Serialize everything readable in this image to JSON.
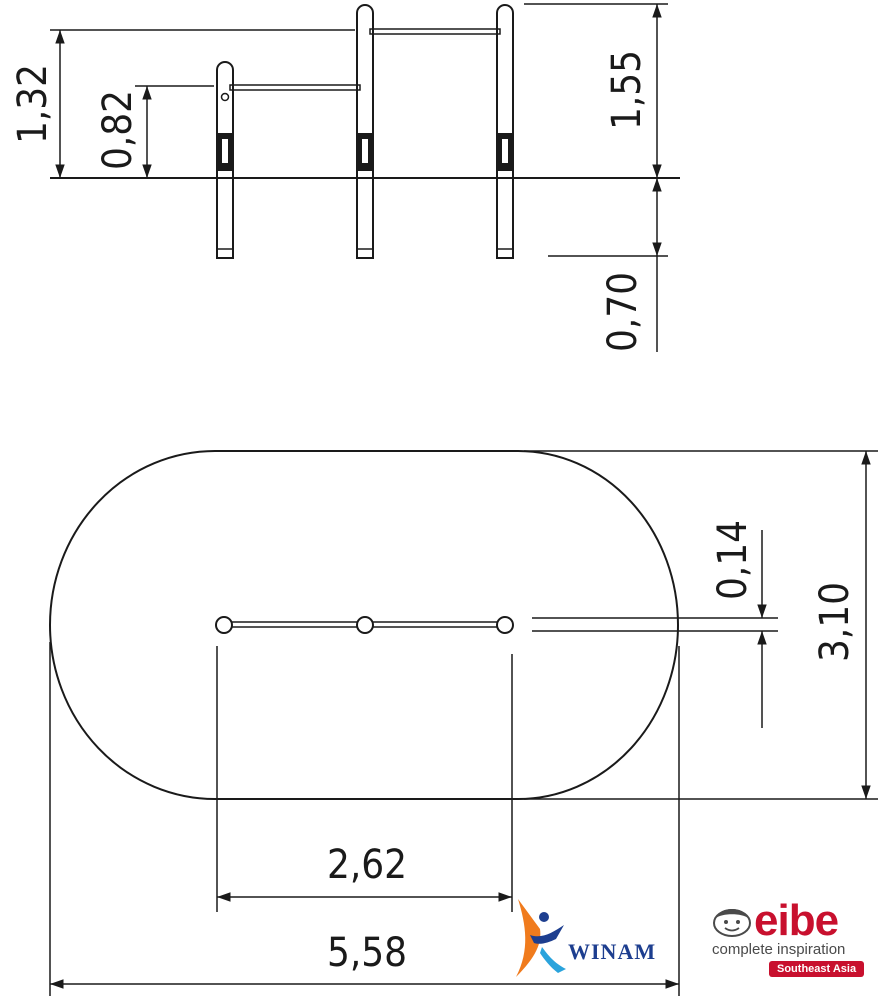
{
  "dimensions": {
    "elevation": {
      "h_1_32": "1,32",
      "h_0_82": "0,82",
      "h_1_55": "1,55",
      "depth_0_70": "0,70"
    },
    "plan": {
      "bar_width": "0,14",
      "depth": "3,10",
      "post_span": "2,62",
      "total_length": "5,58"
    }
  },
  "logos": {
    "winam": {
      "text": "WINAM",
      "colors": {
        "blue": "#1d3e8f",
        "orange": "#f07b1d",
        "sky": "#2aa3dc"
      }
    },
    "eibe": {
      "word": "eibe",
      "tagline": "complete inspiration",
      "region": "Southeast Asia",
      "color": "#c8102e"
    }
  }
}
